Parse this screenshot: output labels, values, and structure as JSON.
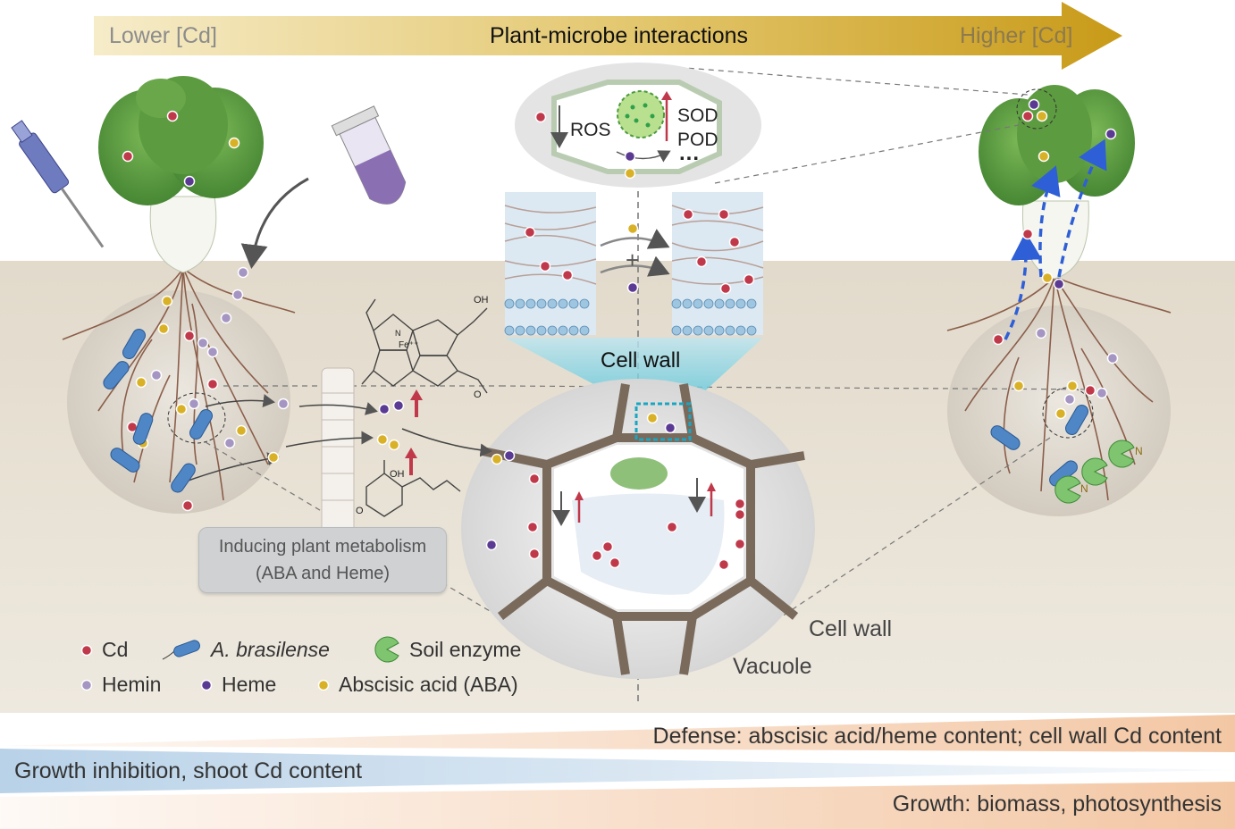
{
  "gradient_bar": {
    "left_label": "Lower [Cd]",
    "center_label": "Plant-microbe interactions",
    "right_label": "Higher [Cd]"
  },
  "cell_inset": {
    "ros_label": "ROS",
    "enzyme_line1": "SOD",
    "enzyme_line2": "POD",
    "ellipsis": "...",
    "plus_sign": "+"
  },
  "chemistry": {
    "heme_iron": "Fe⁺⁺",
    "n_atom": "N",
    "oh_group": "OH",
    "o_atom": "O"
  },
  "labels": {
    "cell_wall_top": "Cell wall",
    "cell_wall_bottom": "Cell wall",
    "vacuole": "Vacuole",
    "soil_enzyme_n": "N"
  },
  "metabolism_box": {
    "line1": "Inducing plant metabolism",
    "line2": "(ABA and Heme)"
  },
  "legend": {
    "cd": "Cd",
    "a_brasilense": "A. brasilense",
    "soil_enzyme": "Soil enzyme",
    "hemin": "Hemin",
    "heme": "Heme",
    "aba": "Abscisic acid (ABA)"
  },
  "bottom_bands": {
    "defense": "Defense: abscisic acid/heme content; cell wall Cd content",
    "growth_inhibition": "Growth inhibition, shoot Cd content",
    "growth": "Growth: biomass, photosynthesis"
  },
  "colors": {
    "cd": "#c0394a",
    "hemin": "#a595c2",
    "heme": "#5b3a93",
    "aba": "#d9b126",
    "bacterium": "#4f86c6",
    "soil_enzyme": "#5fae5a",
    "arrow_gold": "#c99a1a",
    "soil": "#e6dfd2",
    "band_orange": "#f3c7a4",
    "band_blue": "#b9d2e8"
  },
  "icons": [
    "pipette-icon",
    "tube-icon",
    "bacterium-icon",
    "soil-enzyme-icon"
  ]
}
